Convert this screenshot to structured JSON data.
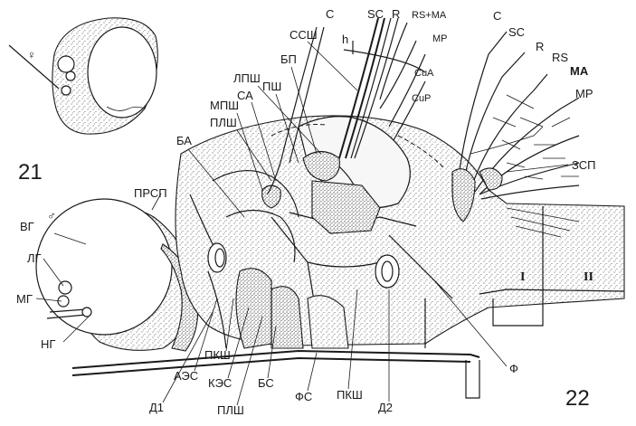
{
  "figure21": {
    "number": "21",
    "female_symbol": "♀"
  },
  "figure22": {
    "number": "22",
    "male_symbol": "♂",
    "segments": [
      "I",
      "II"
    ],
    "labels": {
      "C_left": "C",
      "SC_left": "SC",
      "R_left": "R",
      "RS_MA_left": "RS+MA",
      "MP_left": "MP",
      "CuA": "CuA",
      "CuP": "CuP",
      "h": "h",
      "C_right": "C",
      "SC_right": "SC",
      "R_right": "R",
      "RS_right": "RS",
      "MA_right": "MA",
      "MP_right": "MP",
      "ZSP": "ЗСП",
      "SSH": "ССШ",
      "BP": "БП",
      "LPSH": "ЛПШ",
      "SA": "СА",
      "PSH": "ПШ",
      "MPSH": "МПШ",
      "PLSH_top": "ПЛШ",
      "BA": "БА",
      "PRSP": "ПРСП",
      "VG": "ВГ",
      "LG": "ЛГ",
      "MG": "МГ",
      "NG": "НГ",
      "AES": "АЭС",
      "D1": "Д1",
      "PKSH_left": "ПКШ",
      "KES": "КЭС",
      "PLSH_bottom": "ПЛШ",
      "BS": "БС",
      "FS": "ФС",
      "PKSH_right": "ПКШ",
      "D2": "Д2",
      "F": "Ф"
    }
  }
}
